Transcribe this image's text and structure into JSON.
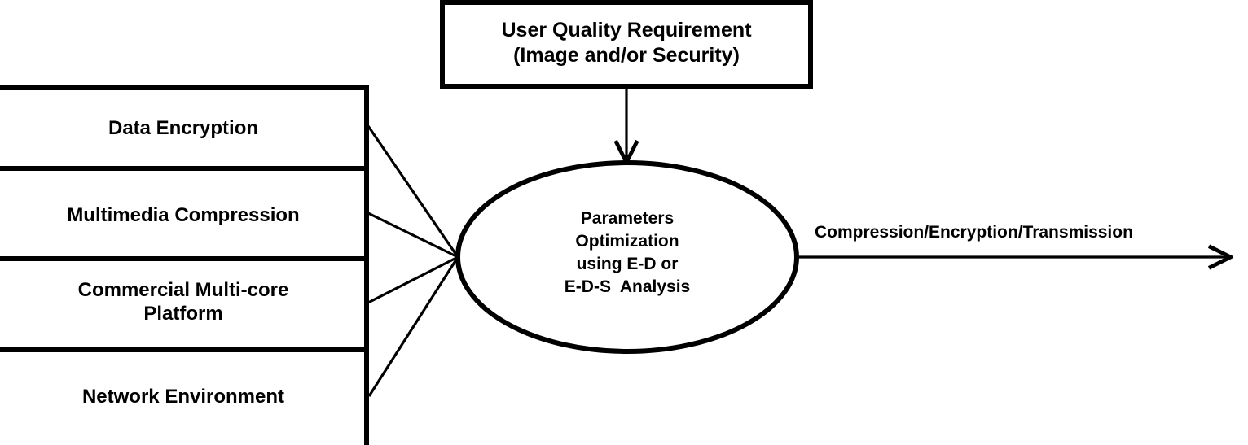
{
  "diagram": {
    "type": "block-flow-diagram",
    "background_color": "#ffffff",
    "stroke_color": "#000000",
    "text_color": "#000000",
    "top_box": {
      "lines": "User Quality Requirement\n(Image and/or Security)",
      "line_1": "User Quality Requirement",
      "line_2": "(Image and/or Security)"
    },
    "input_stack": {
      "items": [
        {
          "label": "Data Encryption"
        },
        {
          "label": "Multimedia Compression"
        },
        {
          "label": "Commercial Multi-core\nPlatform"
        },
        {
          "label": "Network Environment"
        }
      ]
    },
    "process_ellipse": {
      "lines": "Parameters\nOptimization\nusing E-D or\nE-D-S  Analysis",
      "line_1": "Parameters",
      "line_2": "Optimization",
      "line_3": "using E-D or",
      "line_4": "E-D-S  Analysis"
    },
    "output_arrow": {
      "label": "Compression/Encryption/Transmission"
    },
    "connectors": {
      "stack_to_ellipse_count": 4,
      "top_to_ellipse": "arrow-down",
      "ellipse_to_output": "arrow-right"
    }
  }
}
